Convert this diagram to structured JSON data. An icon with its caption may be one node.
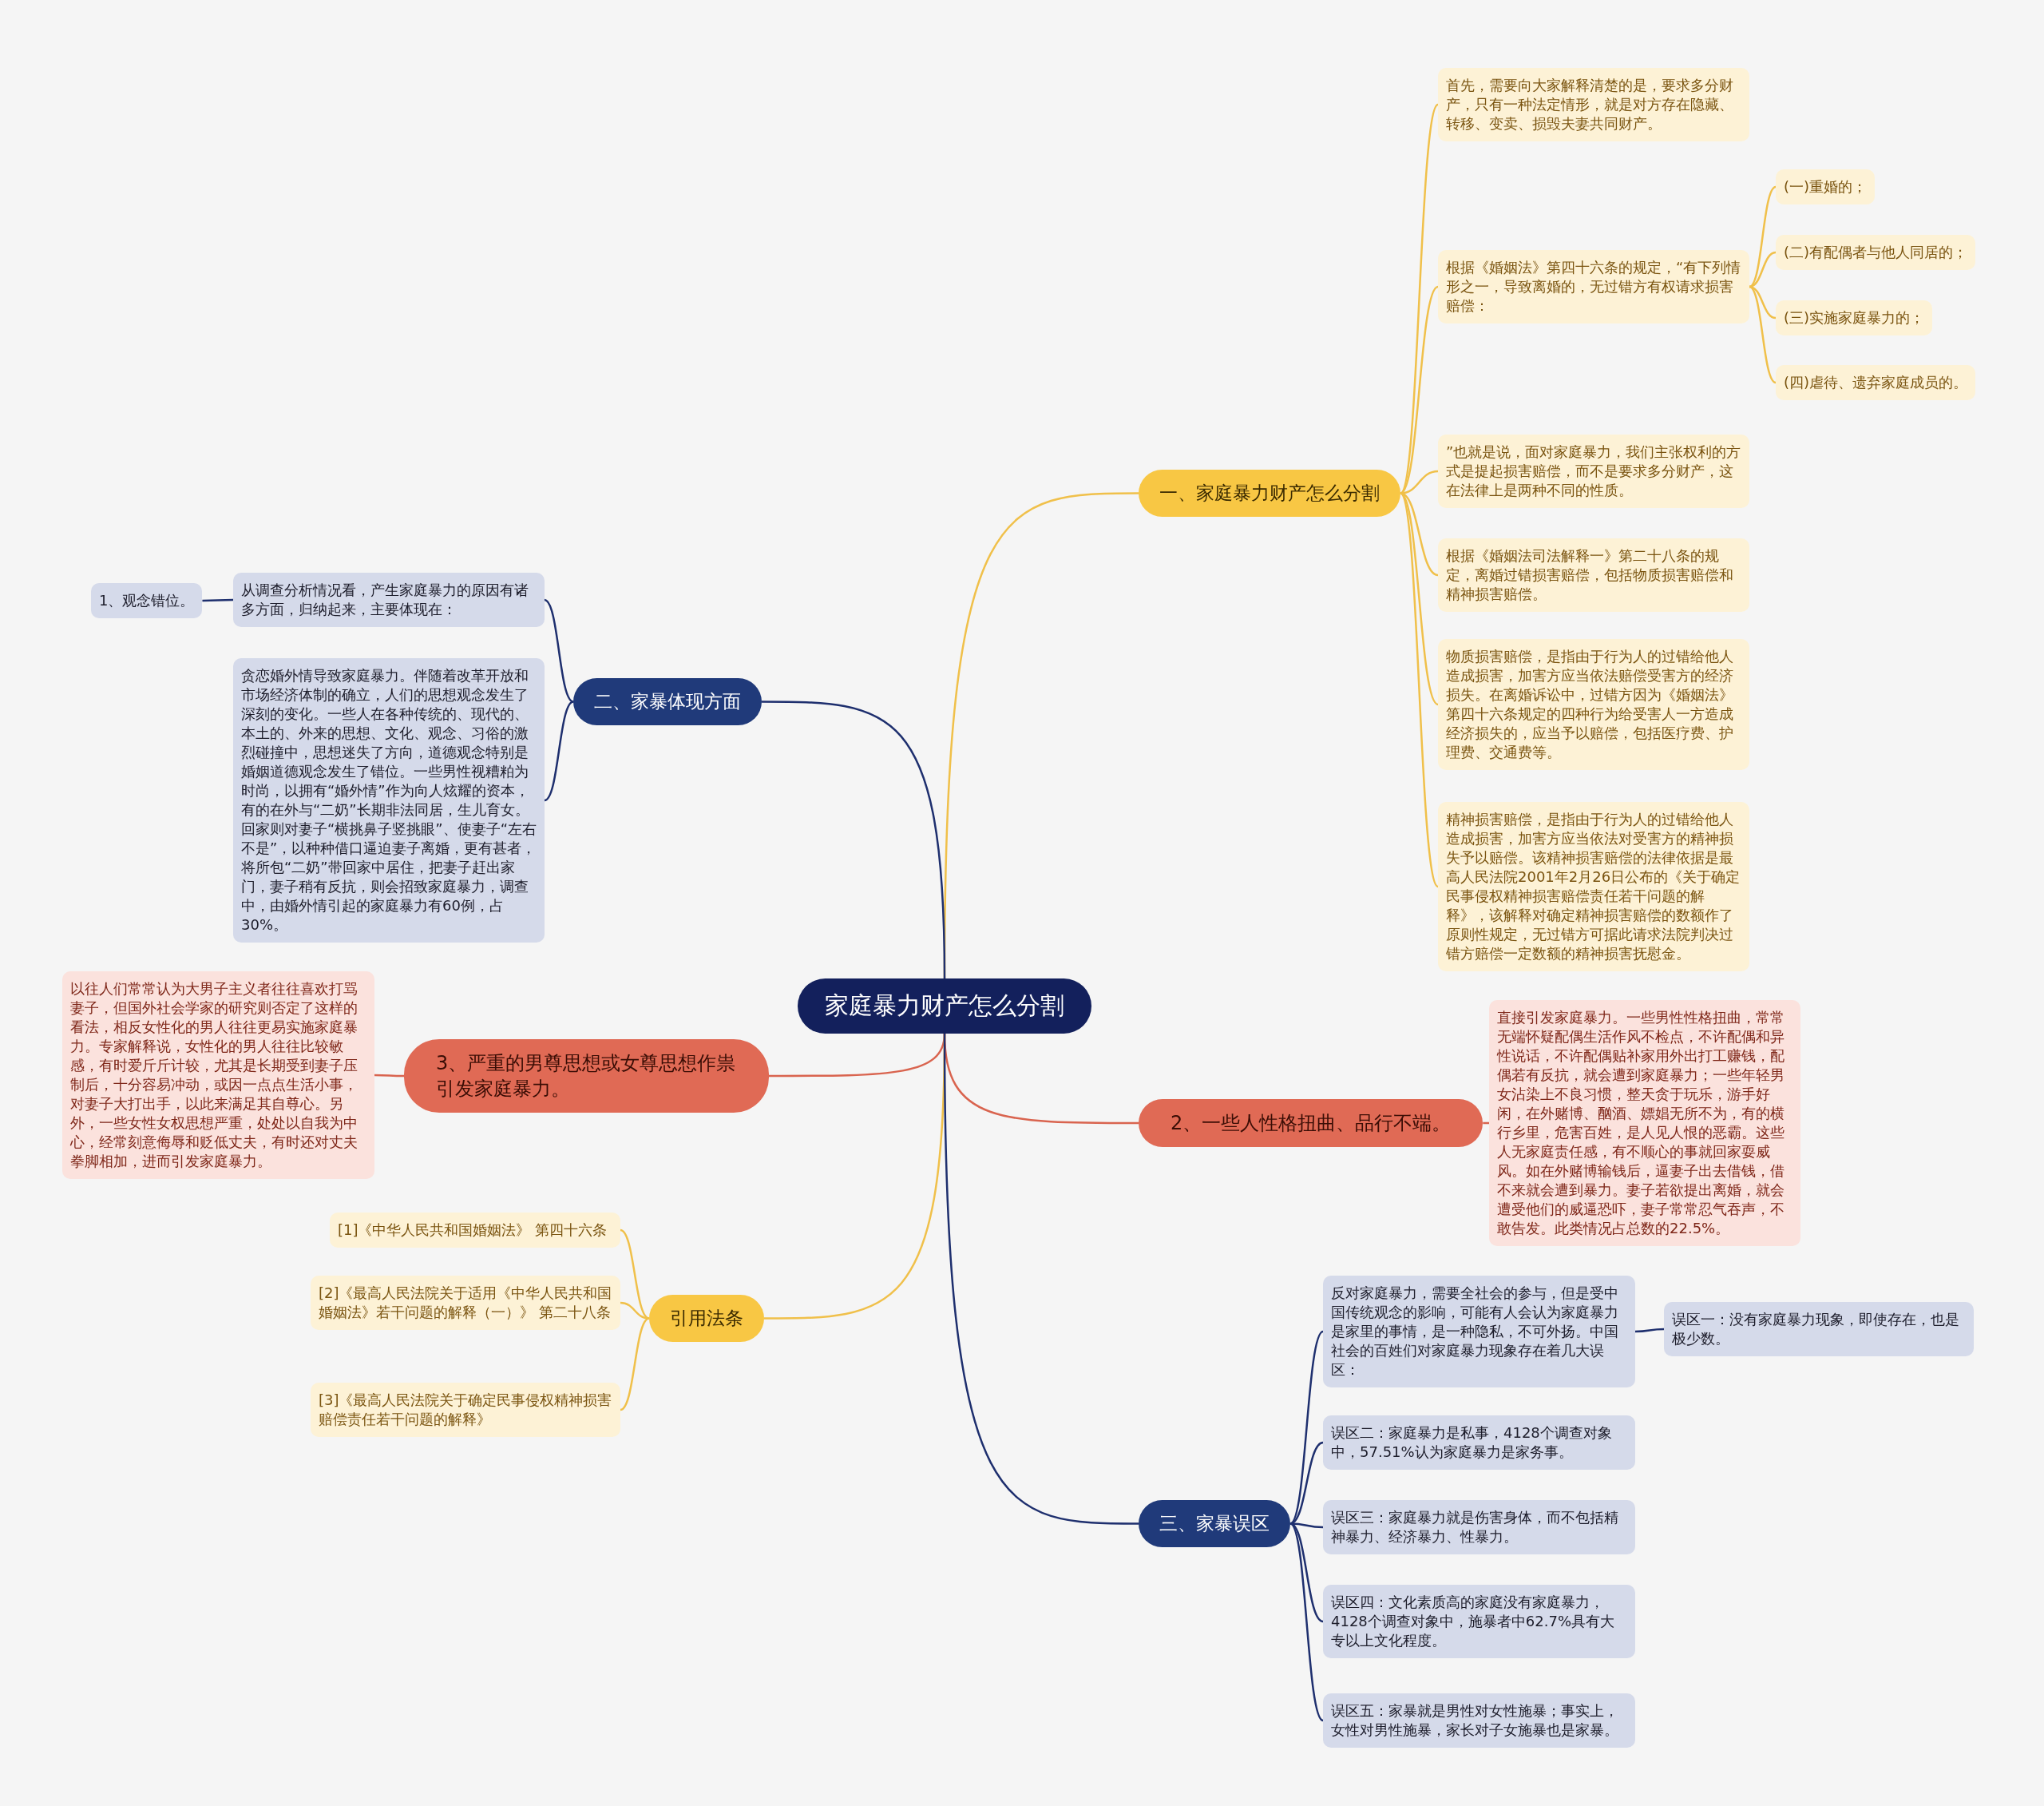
{
  "diagram": {
    "nodes": [
      {
        "text": [
          "家庭暴力财产怎么分割"
        ]
      },
      {
        "text": [
          "一、家庭暴力财产怎么分割"
        ]
      },
      {
        "text": [
          "首先，需要向大家解释清楚的是，要求多分财产，只有一种法定情形，就是对方存在隐藏、转移、变卖、损毁夫妻共同财产。"
        ]
      },
      {
        "text": [
          "根据《婚姻法》第四十六条的规定，“有下列情形之一，导致离婚的，无过错方有权请求损害赔偿："
        ]
      },
      {
        "text": [
          "(一)重婚的；"
        ]
      },
      {
        "text": [
          "(二)有配偶者与他人同居的；"
        ]
      },
      {
        "text": [
          "(三)实施家庭暴力的；"
        ]
      },
      {
        "text": [
          "(四)虐待、遗弃家庭成员的。"
        ]
      },
      {
        "text": [
          "”也就是说，面对家庭暴力，我们主张权利的方式是提起损害赔偿，而不是要求多分财产，这在法律上是两种不同的性质。"
        ]
      },
      {
        "text": [
          "根据《婚姻法司法解释一》第二十八条的规定，离婚过错损害赔偿，包括物质损害赔偿和精神损害赔偿。"
        ]
      },
      {
        "text": [
          "物质损害赔偿，是指由于行为人的过错给他人造成损害，加害方应当依法赔偿受害方的经济损失。在离婚诉讼中，过错方因为《婚姻法》第四十六条规定的四种行为给受害人一方造成经济损失的，应当予以赔偿，包括医疗费、护理费、交通费等。"
        ]
      },
      {
        "text": [
          "精神损害赔偿，是指由于行为人的过错给他人造成损害，加害方应当依法对受害方的精神损失予以赔偿。该精神损害赔偿的法律依据是最高人民法院2001年2月26日公布的《关于确定民事侵权精神损害赔偿责任若干问题的解释》，该解释对确定精神损害赔偿的数额作了原则性规定，无过错方可据此请求法院判决过错方赔偿一定数额的精神损害抚慰金。"
        ]
      },
      {
        "text": [
          "二、家暴体现方面"
        ]
      },
      {
        "text": [
          "从调查分析情况看，产生家庭暴力的原因有诸多方面，归纳起来，主要体现在："
        ]
      },
      {
        "text": [
          "1、观念错位。"
        ]
      },
      {
        "text": [
          "贪恋婚外情导致家庭暴力。伴随着改革开放和市场经济体制的确立，人们的思想观念发生了深刻的变化。一些人在各种传统的、现代的、本土的、外来的思想、文化、观念、习俗的激烈碰撞中，思想迷失了方向，道德观念特别是婚姻道德观念发生了错位。一些男性视糟粕为时尚，以拥有“婚外情”作为向人炫耀的资本，有的在外与“二奶”长期非法同居，生儿育女。回家则对妻子“横挑鼻子竖挑眼”、使妻子“左右不是”，以种种借口逼迫妻子离婚，更有甚者，将所包“二奶”带回家中居住，把妻子赶出家门，妻子稍有反抗，则会招致家庭暴力，调查中，由婚外情引起的家庭暴力有60例，占30%。"
        ]
      },
      {
        "text": [
          "3、严重的男尊思想或女尊思想作祟引发家庭暴力。"
        ]
      },
      {
        "text": [
          "以往人们常常认为大男子主义者往往喜欢打骂妻子，但国外社会学家的研究则否定了这样的看法，相反女性化的男人往往更易实施家庭暴力。专家解释说，女性化的男人往往比较敏感，有时爱斤斤计较，尤其是长期受到妻子压制后，十分容易冲动，或因一点点生活小事，对妻子大打出手，以此来满足其自尊心。另外，一些女性女权思想严重，处处以自我为中心，经常刻意侮辱和贬低丈夫，有时还对丈夫拳脚相加，进而引发家庭暴力。"
        ]
      },
      {
        "text": [
          "引用法条"
        ]
      },
      {
        "text": [
          "[1]《中华人民共和国婚姻法》 第四十六条"
        ]
      },
      {
        "text": [
          "[2]《最高人民法院关于适用《中华人民共和国婚姻法》若干问题的解释（一）》 第二十八条"
        ]
      },
      {
        "text": [
          "[3]《最高人民法院关于确定民事侵权精神损害赔偿责任若干问题的解释》"
        ]
      },
      {
        "text": [
          "2、一些人性格扭曲、品行不端。"
        ]
      },
      {
        "text": [
          "直接引发家庭暴力。一些男性性格扭曲，常常无端怀疑配偶生活作风不检点，不许配偶和异性说话，不许配偶贴补家用外出打工赚钱，配偶若有反抗，就会遭到家庭暴力；一些年轻男女沾染上不良习惯，整天贪于玩乐，游手好闲，在外赌博、酗酒、嫖娼无所不为，有的横行乡里，危害百姓，是人见人恨的恶霸。这些人无家庭责任感，有不顺心的事就回家耍威风。如在外赌博输钱后，逼妻子出去借钱，借不来就会遭到暴力。妻子若欲提出离婚，就会遭受他们的威逼恐吓，妻子常常忍气吞声，不敢告发。此类情况占总数的22.5%。"
        ]
      },
      {
        "text": [
          "三、家暴误区"
        ]
      },
      {
        "text": [
          "反对家庭暴力，需要全社会的参与，但是受中国传统观念的影响，可能有人会认为家庭暴力是家里的事情，是一种隐私，不可外扬。中国社会的百姓们对家庭暴力现象存在着几大误区："
        ]
      },
      {
        "text": [
          "误区一：没有家庭暴力现象，即使存在，也是极少数。"
        ]
      },
      {
        "text": [
          "误区二：家庭暴力是私事，4128个调查对象中，57.51%认为家庭暴力是家务事。"
        ]
      },
      {
        "text": [
          "误区三：家庭暴力就是伤害身体，而不包括精神暴力、经济暴力、性暴力。"
        ]
      },
      {
        "text": [
          "误区四：文化素质高的家庭没有家庭暴力，4128个调查对象中，施暴者中62.7%具有大专以上文化程度。"
        ]
      },
      {
        "text": [
          "误区五：家暴就是男性对女性施暴；事实上，女性对男性施暴，家长对子女施暴也是家暴。"
        ]
      }
    ],
    "edges": [
      {
        "from": 0,
        "to": 1,
        "arrow": "none"
      },
      {
        "from": 1,
        "to": 2,
        "arrow": "none"
      },
      {
        "from": 1,
        "to": 3,
        "arrow": "none"
      },
      {
        "from": 3,
        "to": 4,
        "arrow": "none"
      },
      {
        "from": 3,
        "to": 5,
        "arrow": "none"
      },
      {
        "from": 3,
        "to": 6,
        "arrow": "none"
      },
      {
        "from": 3,
        "to": 7,
        "arrow": "none"
      },
      {
        "from": 1,
        "to": 8,
        "arrow": "none"
      },
      {
        "from": 1,
        "to": 9,
        "arrow": "none"
      },
      {
        "from": 1,
        "to": 10,
        "arrow": "none"
      },
      {
        "from": 1,
        "to": 11,
        "arrow": "none"
      },
      {
        "from": 0,
        "to": 12,
        "arrow": "none",
        "color": "#1e2f6e"
      },
      {
        "from": 12,
        "to": 13,
        "arrow": "none",
        "color": "#1e2f6e"
      },
      {
        "from": 13,
        "to": 14,
        "arrow": "none",
        "color": "#1e2f6e"
      },
      {
        "from": 12,
        "to": 15,
        "arrow": "none",
        "color": "#1e2f6e"
      },
      {
        "from": 0,
        "to": 16,
        "arrow": "none",
        "color": "#d9644f"
      },
      {
        "from": 16,
        "to": 17,
        "arrow": "none",
        "color": "#d9644f"
      },
      {
        "from": 0,
        "to": 18,
        "arrow": "none"
      },
      {
        "from": 18,
        "to": 19,
        "arrow": "none"
      },
      {
        "from": 18,
        "to": 20,
        "arrow": "none"
      },
      {
        "from": 18,
        "to": 21,
        "arrow": "none"
      },
      {
        "from": 0,
        "to": 22,
        "arrow": "none",
        "color": "#d9644f"
      },
      {
        "from": 22,
        "to": 23,
        "arrow": "none",
        "color": "#d9644f"
      },
      {
        "from": 0,
        "to": 24,
        "arrow": "none",
        "color": "#1e2f6e"
      },
      {
        "from": 24,
        "to": 25,
        "arrow": "none",
        "color": "#1e2f6e"
      },
      {
        "from": 25,
        "to": 26,
        "arrow": "none",
        "color": "#1e2f6e"
      },
      {
        "from": 24,
        "to": 27,
        "arrow": "none",
        "color": "#1e2f6e"
      },
      {
        "from": 24,
        "to": 28,
        "arrow": "none",
        "color": "#1e2f6e"
      },
      {
        "from": 24,
        "to": 29,
        "arrow": "none",
        "color": "#1e2f6e"
      },
      {
        "from": 24,
        "to": 30,
        "arrow": "none",
        "color": "#1e2f6e"
      }
    ]
  }
}
